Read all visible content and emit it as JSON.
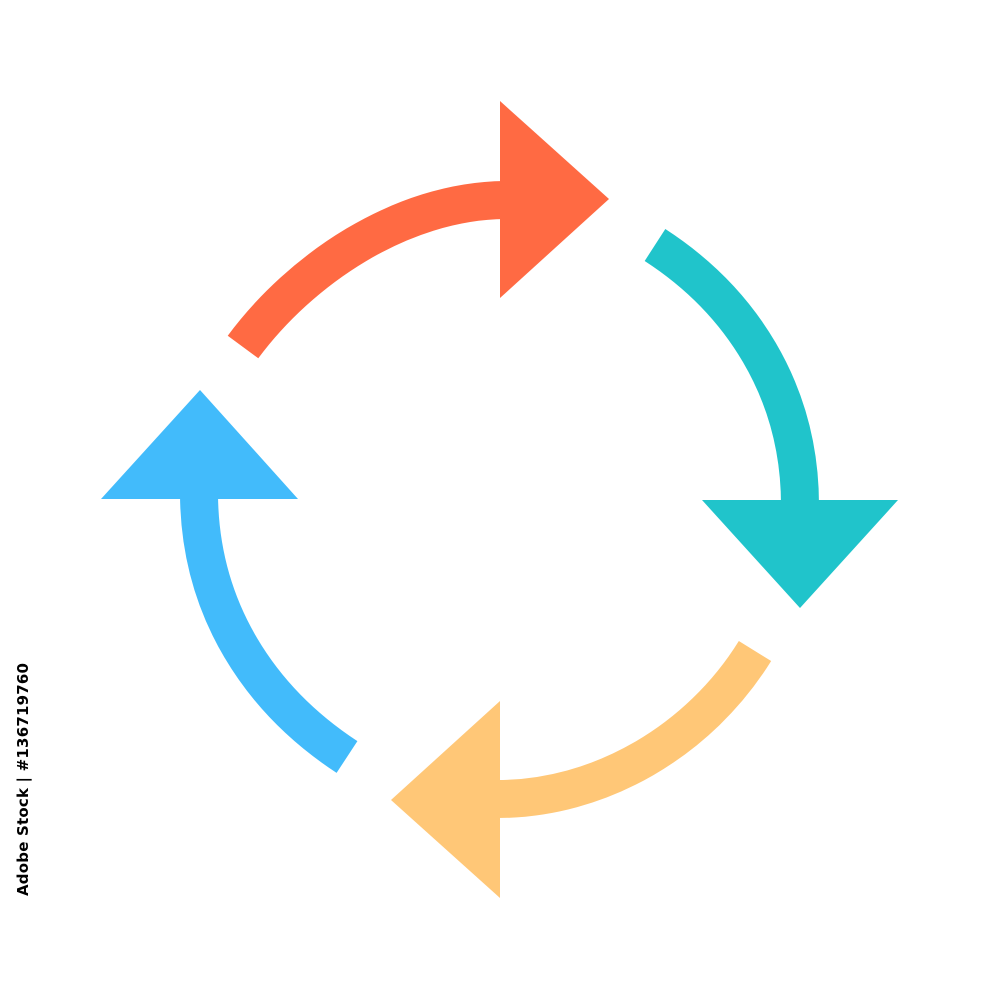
{
  "stock_id": "Adobe Stock | #136719760",
  "arrows": [
    {
      "name": "orange-arrow",
      "color": "#ff6a43"
    },
    {
      "name": "teal-arrow",
      "color": "#20c4cb"
    },
    {
      "name": "yellow-arrow",
      "color": "#ffc777"
    },
    {
      "name": "blue-arrow",
      "color": "#42bbfb"
    }
  ]
}
